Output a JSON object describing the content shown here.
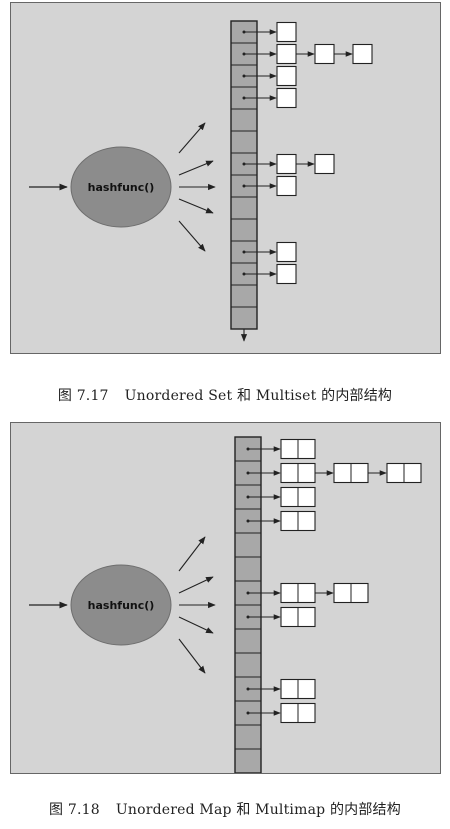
{
  "figures": [
    {
      "caption_number": "图 7.17",
      "caption_text": "Unordered Set 和 Multiset 的内部结构",
      "hash_label": "hashfunc()",
      "node_style": "single",
      "bucket_count": 14,
      "chains": [
        {
          "bucket": 0,
          "nodes": 1
        },
        {
          "bucket": 1,
          "nodes": 3
        },
        {
          "bucket": 2,
          "nodes": 1
        },
        {
          "bucket": 3,
          "nodes": 1
        },
        {
          "bucket": 6,
          "nodes": 2
        },
        {
          "bucket": 7,
          "nodes": 1
        },
        {
          "bucket": 10,
          "nodes": 1
        },
        {
          "bucket": 11,
          "nodes": 1
        }
      ]
    },
    {
      "caption_number": "图 7.18",
      "caption_text": "Unordered Map 和 Multimap 的内部结构",
      "hash_label": "hashfunc()",
      "node_style": "pair",
      "bucket_count": 14,
      "chains": [
        {
          "bucket": 0,
          "nodes": 1
        },
        {
          "bucket": 1,
          "nodes": 3
        },
        {
          "bucket": 2,
          "nodes": 1
        },
        {
          "bucket": 3,
          "nodes": 1
        },
        {
          "bucket": 6,
          "nodes": 2
        },
        {
          "bucket": 7,
          "nodes": 1
        },
        {
          "bucket": 10,
          "nodes": 1
        },
        {
          "bucket": 11,
          "nodes": 1
        }
      ]
    }
  ],
  "colors": {
    "panel_background": "#d4d4d4",
    "ellipse_fill": "#8c8c8c",
    "bucket_fill": "#a8a8a8",
    "node_fill": "#ffffff",
    "stroke": "#222222"
  }
}
